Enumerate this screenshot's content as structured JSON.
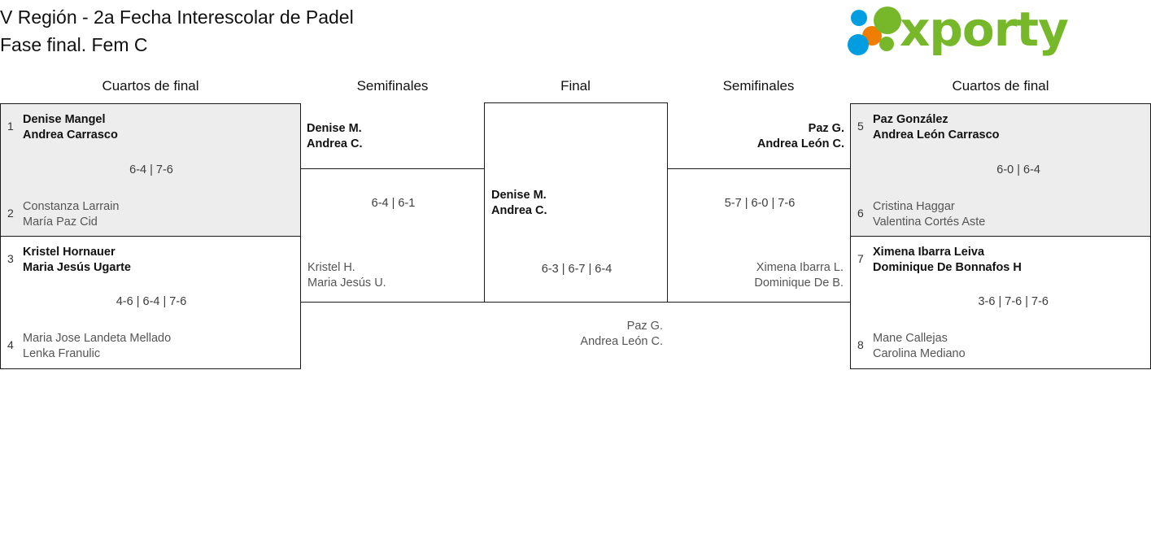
{
  "header": {
    "title_line1": "V Región - 2a Fecha Interescolar de Padel",
    "title_line2": "Fase final. Fem C",
    "logo_text": "xporty",
    "logo_colors": {
      "blue": "#009ee0",
      "orange": "#ef7d00",
      "green": "#76b82a"
    }
  },
  "rounds": {
    "qf_left": "Cuartos de final",
    "sf_left": "Semifinales",
    "final": "Final",
    "sf_right": "Semifinales",
    "qf_right": "Cuartos de final"
  },
  "bracket": {
    "quarterfinals_left": [
      {
        "top": {
          "seed": "1",
          "player1": "Denise Mangel",
          "player2": "Andrea Carrasco",
          "result": "winner"
        },
        "bottom": {
          "seed": "2",
          "player1": "Constanza Larrain",
          "player2": "María Paz Cid",
          "result": "loser"
        },
        "score": "6-4 | 7-6",
        "shaded": true
      },
      {
        "top": {
          "seed": "3",
          "player1": "Kristel Hornauer",
          "player2": "Maria Jesús Ugarte",
          "result": "winner"
        },
        "bottom": {
          "seed": "4",
          "player1": "Maria Jose Landeta Mellado",
          "player2": "Lenka Franulic",
          "result": "loser"
        },
        "score": "4-6 | 6-4 | 7-6",
        "shaded": false
      }
    ],
    "semifinal_left": {
      "top": {
        "player1": "Denise M.",
        "player2": "Andrea C.",
        "result": "winner"
      },
      "bottom": {
        "player1": "Kristel H.",
        "player2": "Maria Jesús U.",
        "result": "loser"
      },
      "score": "6-4 | 6-1"
    },
    "final": {
      "top": {
        "player1": "Denise M.",
        "player2": "Andrea C.",
        "result": "winner"
      },
      "bottom": {
        "player1": "Paz G.",
        "player2": "Andrea León C.",
        "result": "loser"
      },
      "score": "6-3 | 6-7 | 6-4"
    },
    "semifinal_right": {
      "top": {
        "player1": "Paz G.",
        "player2": "Andrea León C.",
        "result": "winner"
      },
      "bottom": {
        "player1": "Ximena Ibarra L.",
        "player2": "Dominique De B.",
        "result": "loser"
      },
      "score": "5-7 | 6-0 | 7-6"
    },
    "quarterfinals_right": [
      {
        "top": {
          "seed": "5",
          "player1": "Paz González",
          "player2": "Andrea León Carrasco",
          "result": "winner"
        },
        "bottom": {
          "seed": "6",
          "player1": "Cristina Haggar",
          "player2": "Valentina Cortés Aste",
          "result": "loser"
        },
        "score": "6-0 | 6-4",
        "shaded": true
      },
      {
        "top": {
          "seed": "7",
          "player1": "Ximena Ibarra Leiva",
          "player2": "Dominique De Bonnafos H",
          "result": "winner"
        },
        "bottom": {
          "seed": "8",
          "player1": "Mane Callejas",
          "player2": "Carolina Mediano",
          "result": "loser"
        },
        "score": "3-6 | 7-6 | 7-6",
        "shaded": false
      }
    ]
  }
}
